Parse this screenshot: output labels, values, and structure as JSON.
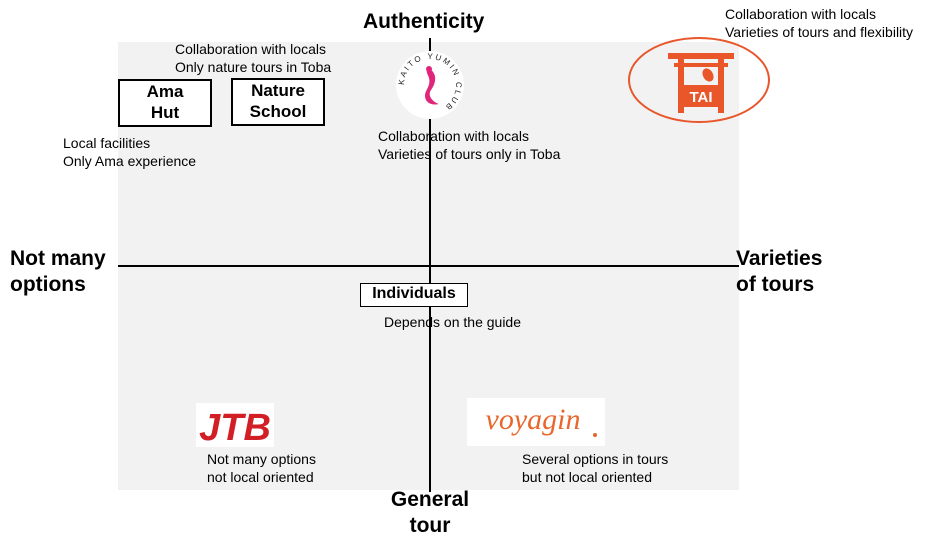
{
  "axes": {
    "top": "Authenticity",
    "bottom": "General\ntour",
    "left": "Not many\noptions",
    "right": "Varieties\nof tours"
  },
  "items": {
    "ama_hut": {
      "label": "Ama\nHut",
      "note": "Local facilities\nOnly Ama experience"
    },
    "nature_school": {
      "label": "Nature\nSchool",
      "note": "Collaboration with locals\nOnly nature tours in Toba"
    },
    "kaito_yumin": {
      "logo_text": "KAITO YUMIN CLUB",
      "note": "Collaboration with locals\nVarieties of tours only in Toba"
    },
    "tai": {
      "logo_text": "TAI",
      "note": "Collaboration with locals\nVarieties of tours and flexibility"
    },
    "individuals": {
      "label": "Individuals",
      "note": "Depends on the guide"
    },
    "jtb": {
      "logo_text": "JTB",
      "note": "Not many options\nnot local oriented"
    },
    "voyagin": {
      "logo_text": "voyagin",
      "note": "Several options in tours\nbut not local oriented"
    }
  },
  "colors": {
    "tai_orange": "#e8562a",
    "jtb_red": "#d21f26",
    "voyagin_orange": "#e9662c",
    "kaito_pink": "#e0257a",
    "panel": "#f2f2f2"
  }
}
